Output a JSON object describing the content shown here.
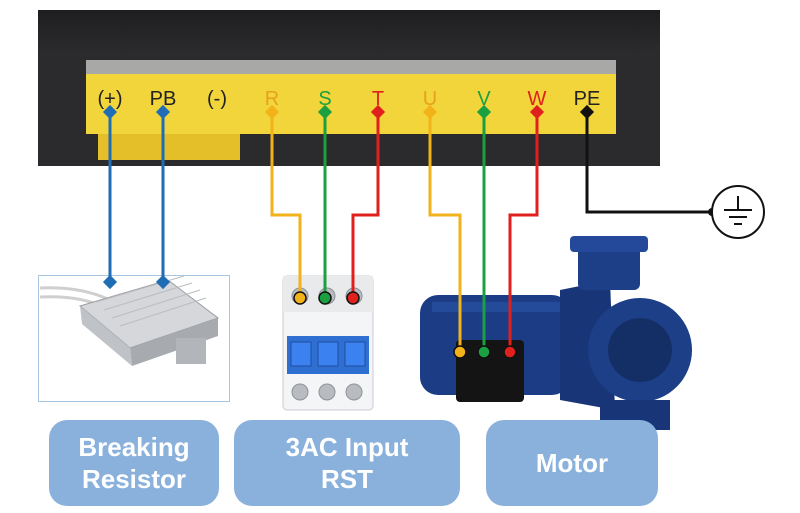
{
  "terminals": [
    {
      "label": "(+)",
      "color": "#222222"
    },
    {
      "label": "PB",
      "color": "#222222"
    },
    {
      "label": "(-)",
      "color": "#222222"
    },
    {
      "label": "R",
      "color": "#e8a020"
    },
    {
      "label": "S",
      "color": "#1aa040"
    },
    {
      "label": "T",
      "color": "#e0201c"
    },
    {
      "label": "U",
      "color": "#e8a020"
    },
    {
      "label": "V",
      "color": "#1aa040"
    },
    {
      "label": "W",
      "color": "#e0201c"
    },
    {
      "label": "PE",
      "color": "#222222"
    }
  ],
  "wire_colors": {
    "brake": "#1f6eb5",
    "yellow": "#f2b21a",
    "green": "#1aa040",
    "red": "#e0201c",
    "ground": "#111111"
  },
  "labels": {
    "resistor": [
      "Breaking",
      "Resistor"
    ],
    "input": [
      "3AC Input",
      "RST"
    ],
    "motor": [
      "Motor"
    ]
  },
  "icons": {
    "ground": "ground-symbol-icon"
  }
}
